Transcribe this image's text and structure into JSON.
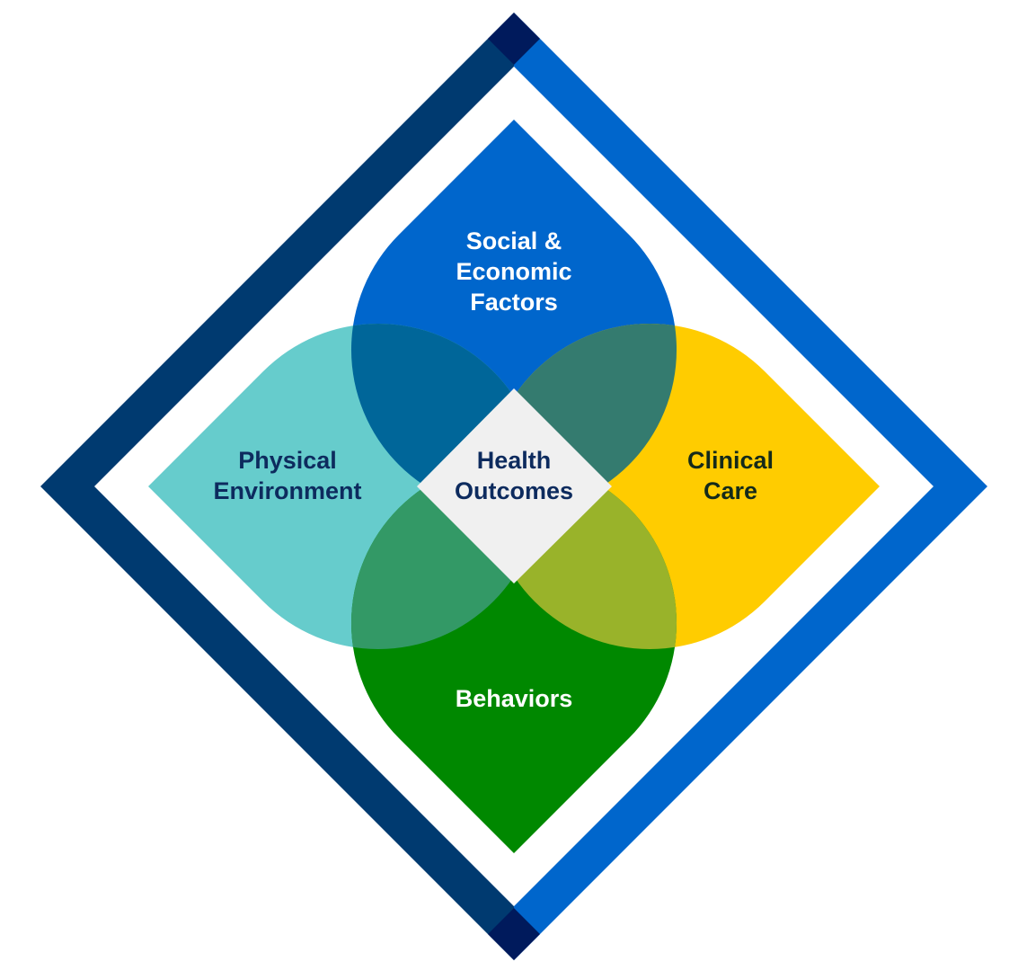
{
  "diagram": {
    "center": {
      "lines": [
        "Health",
        "Outcomes"
      ],
      "color": "#f0f0f0",
      "text_color": "#0d2b5e"
    },
    "petals": {
      "top": {
        "lines": [
          "Social &",
          "Economic",
          "Factors"
        ],
        "color": "#0066cc",
        "text_color": "#ffffff"
      },
      "left": {
        "lines": [
          "Physical",
          "Environment"
        ],
        "color": "#66cccc",
        "text_color": "#0d2b5e"
      },
      "right": {
        "lines": [
          "Clinical",
          "Care"
        ],
        "color": "#ffcc00",
        "text_color": "#142a1a"
      },
      "bottom": {
        "lines": [
          "Behaviors"
        ],
        "color": "#008800",
        "text_color": "#ffffff"
      }
    },
    "frame": {
      "left_color": "#003a70",
      "right_color": "#0066cc",
      "corner_color": "#001a5c"
    }
  }
}
